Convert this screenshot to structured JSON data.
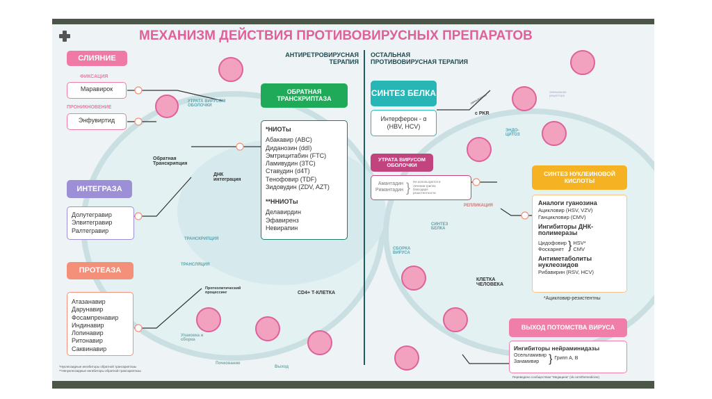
{
  "title": "МЕХАНИЗМ ДЕЙСТВИЯ ПРОТИВОВИРУСНЫХ ПРЕПАРАТОВ",
  "left": {
    "section_title": "АНТИРЕТРОВИРУСНАЯ ТЕРАПИЯ",
    "fusion": {
      "title": "СЛИЯНИЕ",
      "fixation_label": "ФИКСАЦИЯ",
      "fixation_drug": "Маравирок",
      "penetration_label": "ПРОНИКНОВЕНИЕ",
      "penetration_drug": "Энфувиртид"
    },
    "integrase": {
      "title": "ИНТЕГРАЗА",
      "drugs": [
        "Долутегравир",
        "Элвитегравир",
        "Ралтегравир"
      ]
    },
    "protease": {
      "title": "ПРОТЕАЗА",
      "drugs": [
        "Атазанавир",
        "Дарунавир",
        "Фосампренавир",
        "Индинавир",
        "Лопинавир",
        "Ритонавир",
        "Саквинавир"
      ]
    },
    "rt": {
      "title": "ОБРАТНАЯ ТРАНСКРИПТАЗА",
      "nrti_title": "*НИОТы",
      "nrti": [
        "Абакавир (ABC)",
        "Диданозин (ddI)",
        "Эмтрицитабин (FTC)",
        "Ламивудин (3TC)",
        "Ставудин (d4T)",
        "Тенофовир (TDF)",
        "Зидовудин (ZDV, AZT)"
      ],
      "nnrti_title": "**ННИОТы",
      "nnrti": [
        "Делавирдин",
        "Эфавиренз",
        "Невирапин"
      ]
    },
    "process_labels": {
      "uncoating": "УТРАТА ВИРУСОМ ОБОЛОЧКИ",
      "reverse_transcription": "Обратная Транскрипция",
      "dna_integration": "ДНК интеграция",
      "transcription": "ТРАНСКРИПЦИЯ",
      "translation": "ТРАНСЛЯЦИЯ",
      "proteolytic": "Протеолитический процессинг",
      "assembly": "Упаковка и сборка",
      "budding": "Почкование",
      "exit": "Выход",
      "cell": "CD4+ Т-КЛЕТКА"
    },
    "footnotes": [
      "*Нуклеозидные ингибиторы обратной транскриптазы",
      "**Ненуклеозидные ингибиторы обратной транскриптазы"
    ]
  },
  "right": {
    "section_title": "ОСТАЛЬНАЯ ПРОТИВОВИРУСНАЯ ТЕРАПИЯ",
    "protein": {
      "title": "СИНТЕЗ БЕЛКА",
      "drug": "Интерферон - α (HBV, HCV)",
      "binds_label": "связывается",
      "pkr": "с PKR"
    },
    "uncoating": {
      "title": "УТРАТА ВИРУСОМ ОБОЛОЧКИ",
      "drugs": [
        "Амантадин",
        "Римантадин"
      ],
      "note": "Не используются в лечении гриппа благодаря резистентности"
    },
    "nucleic": {
      "title": "СИНТЕЗ НУКЛЕИНОВОЙ КИСЛОТЫ",
      "g1": "Аналоги гуанозина",
      "g1_items": [
        "Ацикловир (HSV, VZV)",
        "Ганцикловир (CMV)"
      ],
      "g2": "Ингибиторы ДНК-полимеразы",
      "g2_items": [
        "Цидофовир",
        "Фоскарнет"
      ],
      "g2_targets": [
        "HSV*",
        "CMV"
      ],
      "g3": "Антиметаболиты нуклеозидов",
      "g3_items": [
        "Рибавирин (RSV, HCV)"
      ],
      "note": "*Ацикловир-резистентны"
    },
    "exit": {
      "title": "ВЫХОД ПОТОМСТВА ВИРУСА",
      "group": "Ингибиторы нейраминидазы",
      "drugs": [
        "Осельтамивир",
        "Занамивир"
      ],
      "target": "Грипп А, В"
    },
    "process_labels": {
      "receptor": "связывание рецептора",
      "endocytosis": "ЭНДО-ЦИТОЗ",
      "replication": "РЕПЛИКАЦИЯ",
      "protein_synthesis": "СИНТЕЗ БЕЛКА",
      "assembly": "СБОРКА ВИРУСА",
      "cell": "КЛЕТКА ЧЕЛОВЕКА"
    }
  },
  "credit": "Переведено сообществом \"Медицина\" (vk.com/themedicine)",
  "colors": {
    "title": "#e0609a",
    "fusion": "#ee7aa5",
    "integrase": "#9c8fd6",
    "protease": "#f4907a",
    "rt": "#1faa59",
    "protein": "#27b5b5",
    "uncoating": "#c2447f",
    "nucleic": "#f5b324",
    "exit": "#ef7fa8"
  }
}
